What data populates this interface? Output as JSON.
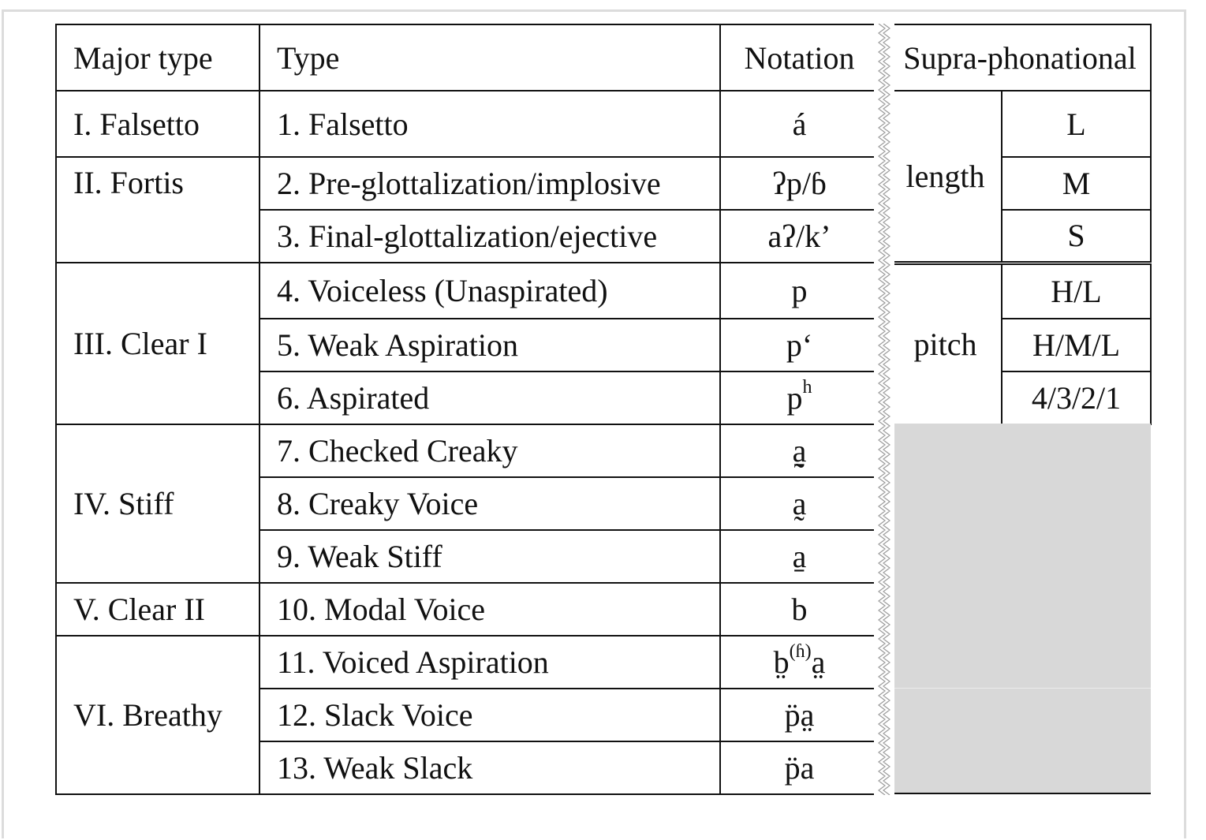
{
  "headers": {
    "major_type": "Major type",
    "type": "Type",
    "notation": "Notation",
    "supra": "Supra-phonational"
  },
  "rows": [
    {
      "major": "I. Falsetto",
      "type": "1. Falsetto",
      "notation": "á"
    },
    {
      "major": "II. Fortis",
      "type": "2. Pre-glottalization/implosive",
      "notation": "ʔp/ɓ"
    },
    {
      "major": "",
      "type": "3. Final-glottalization/ejective",
      "notation": "aʔ/k’"
    },
    {
      "major": "III. Clear I",
      "type": "4. Voiceless (Unaspirated)",
      "notation": "p"
    },
    {
      "major": "",
      "type": "5. Weak Aspiration",
      "notation": "p‘"
    },
    {
      "major": "",
      "type": "6. Aspirated",
      "notation": "p",
      "notation_sup": "h"
    },
    {
      "major": "IV. Stiff",
      "type": "7. Checked Creaky",
      "notation": "a̰̠"
    },
    {
      "major": "",
      "type": "8. Creaky Voice",
      "notation": "a̰"
    },
    {
      "major": "",
      "type": "9. Weak Stiff",
      "notation": "a̠"
    },
    {
      "major": "V. Clear II",
      "type": "10. Modal Voice",
      "notation": "b"
    },
    {
      "major": "VI. Breathy",
      "type": "11. Voiced Aspiration",
      "notation": "b̤",
      "notation_sup": "(ɦ)",
      "notation_tail": "a̤"
    },
    {
      "major": "",
      "type": "12. Slack Voice",
      "notation": "p̈a̤"
    },
    {
      "major": "",
      "type": "13. Weak Slack",
      "notation": "p̈a"
    }
  ],
  "supra": {
    "length_label": "length",
    "length_values": [
      "L",
      "M",
      "S"
    ],
    "pitch_label": "pitch",
    "pitch_values": [
      "H/L",
      "H/M/L",
      "4/3/2/1"
    ]
  }
}
